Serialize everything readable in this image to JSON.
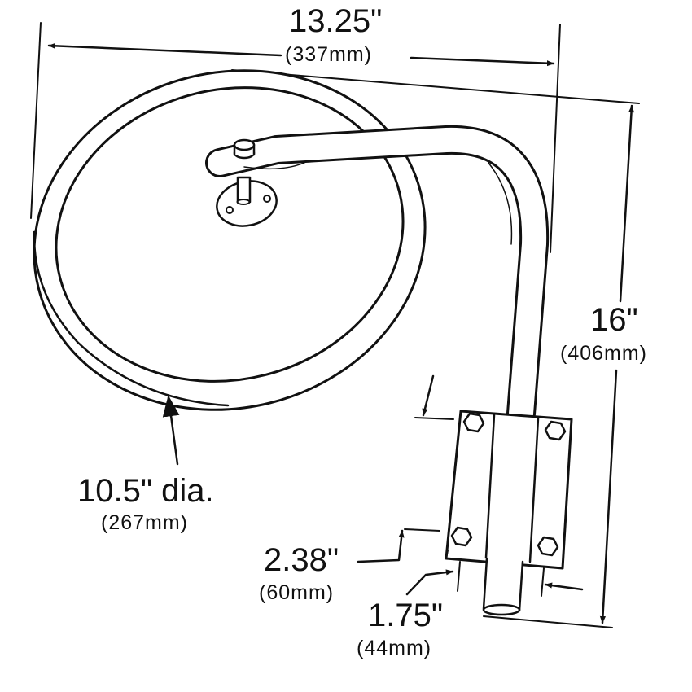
{
  "dimensions": {
    "width": {
      "imperial": "13.25\"",
      "metric": "(337mm)"
    },
    "height": {
      "imperial": "16\"",
      "metric": "(406mm)"
    },
    "diameter": {
      "imperial": "10.5\" dia.",
      "metric": "(267mm)"
    },
    "bracket_height": {
      "imperial": "2.38\"",
      "metric": "(60mm)"
    },
    "tube_width": {
      "imperial": "1.75\"",
      "metric": "(44mm)"
    }
  },
  "colors": {
    "line": "#111111",
    "fill": "#ffffff",
    "shade": "#f2f2f2"
  }
}
